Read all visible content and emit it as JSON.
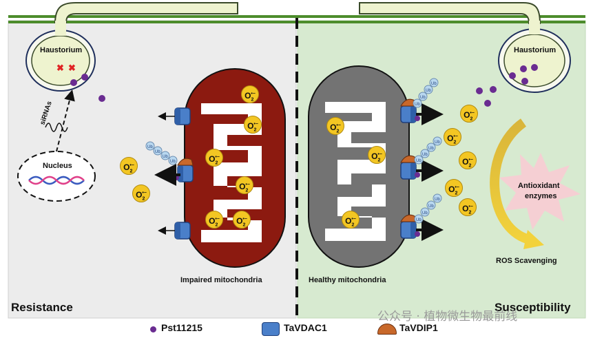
{
  "panels": {
    "left_label": "Resistance",
    "right_label": "Susceptibility"
  },
  "labels": {
    "haustorium_left": "Haustorium",
    "haustorium_right": "Haustorium",
    "sirnas": "siRNAs",
    "nucleus": "Nucleus",
    "impaired": "Impaired mitochondria",
    "healthy": "Healthy mitochondria",
    "antioxidant_line1": "Antioxidant",
    "antioxidant_line2": "enzymes",
    "ros": "ROS Scavenging",
    "ub": "Ub",
    "superoxide": "O",
    "superoxide_sub": "2",
    "superoxide_sup": "•−"
  },
  "watermark": "公众号 · 植物微生物最前线",
  "legend": {
    "pst": "Pst11215",
    "vdac": "TaVDAC1",
    "vdip": "TaVDIP1"
  },
  "colors": {
    "left_bg": "#ececec",
    "right_bg": "#d7ead0",
    "membrane_green": "#4c8c2b",
    "impaired_mito": "#8c1a10",
    "healthy_mito": "#737373",
    "superoxide": "#f3c623",
    "pst": "#6a2c91",
    "vdac": "#4a7fc9",
    "vdip": "#c8682a",
    "ub": "#b9d8f0",
    "star": "#f5cfd3",
    "arrow_yellow": "#e8c23a"
  }
}
